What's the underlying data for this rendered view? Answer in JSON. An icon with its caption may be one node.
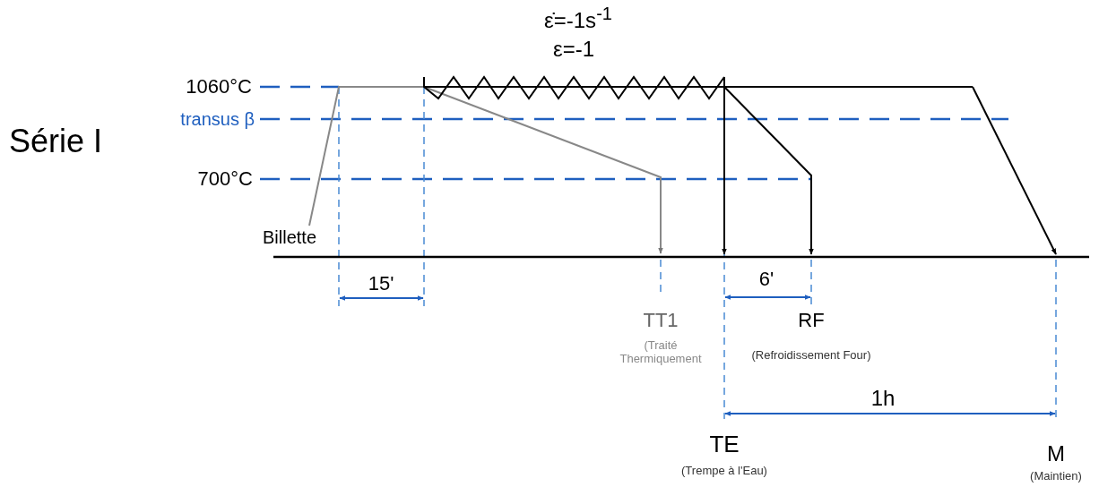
{
  "diagram": {
    "title": "Série I",
    "labels": [
      "ε̇=-1s$^{-1}$",
      "ε=-1",
      "1060°C",
      "transus β",
      "700°C",
      "Billette",
      "15'",
      "6'",
      "TT1",
      "(Traité Thermiquement",
      "RF",
      "(Refroidissement Four)",
      "1h",
      "TE",
      "(Trempe à l'Eau)",
      "M",
      "(Maintien)"
    ]
  }
}
